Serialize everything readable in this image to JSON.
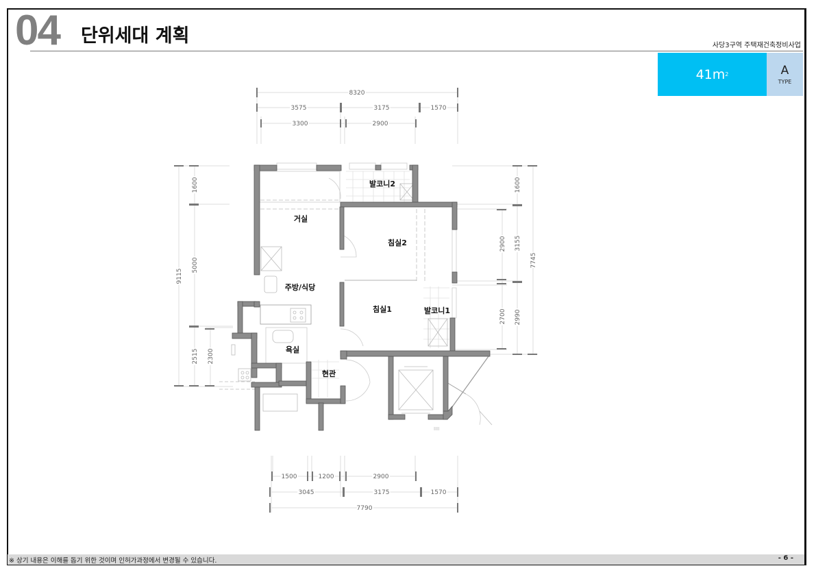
{
  "header": {
    "section_number": "04",
    "section_title": "단위세대 계획",
    "project_name": "사당3구역 주택재건축정비사업"
  },
  "badge": {
    "area_value": "41",
    "area_unit": "m",
    "area_unit_sup": "2",
    "type_letter": "A",
    "type_label": "TYPE",
    "colors": {
      "area_bg": "#00bff3",
      "type_bg": "#bcd7ee"
    }
  },
  "floor_plan": {
    "rooms": {
      "living": "거실",
      "bedroom2": "침실2",
      "balcony2": "발코니2",
      "kitchen": "주방/식당",
      "bedroom1": "침실1",
      "balcony1": "발코니1",
      "bathroom": "욕실",
      "entrance": "현관"
    },
    "dimensions": {
      "top": {
        "total": "8320",
        "row1": [
          "3575",
          "3175",
          "1570"
        ],
        "row2": [
          "3300",
          "2900"
        ]
      },
      "bottom": {
        "row1": [
          "1500",
          "1200",
          "2900"
        ],
        "row2": [
          "3045",
          "3175",
          "1570"
        ],
        "total": "7790"
      },
      "left": {
        "total": "9115",
        "row1": [
          "1600",
          "5000",
          "2515"
        ],
        "row2": [
          "2300"
        ]
      },
      "right": {
        "inner": [
          "2900",
          "2700"
        ],
        "mid": [
          "1600",
          "3155",
          "2990"
        ],
        "total": "7745"
      }
    }
  },
  "footer": {
    "note": "※ 상기 내용은 이해를 돕기 위한 것이며 인허가과정에서 변경될 수 있습니다.",
    "page": "- 6 -"
  }
}
